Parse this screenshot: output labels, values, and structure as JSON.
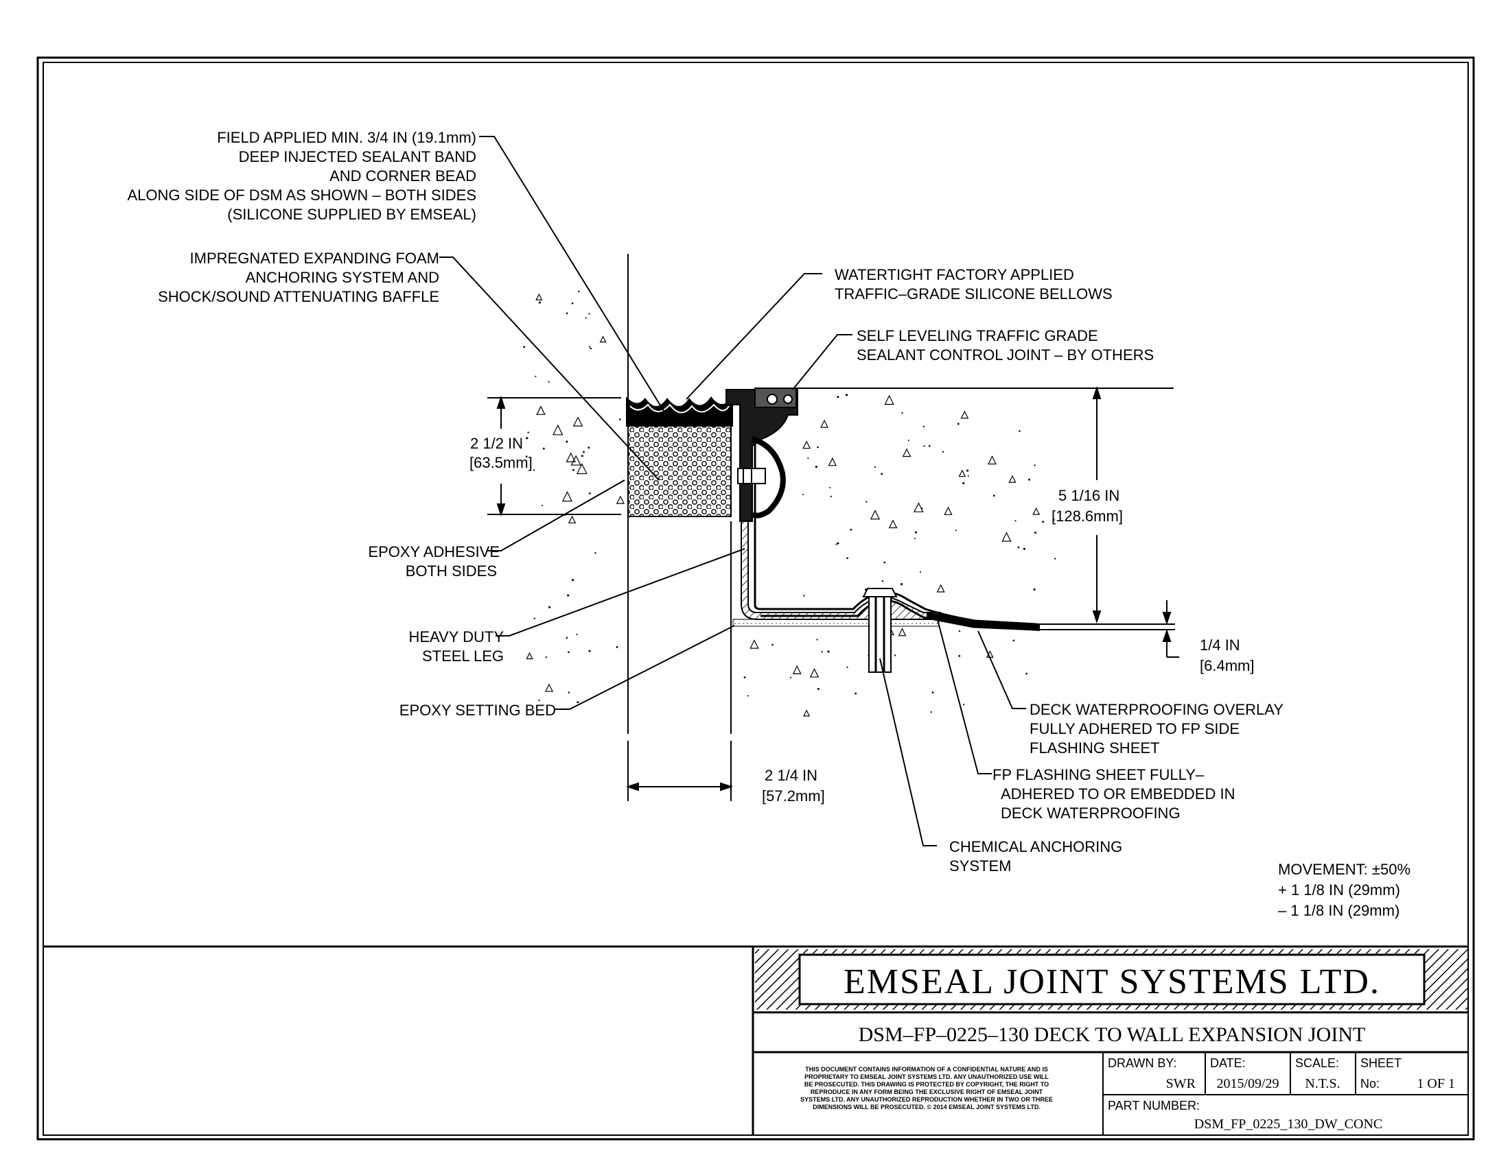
{
  "drawing": {
    "callouts": {
      "sealant_band": [
        "FIELD APPLIED MIN. 3/4 IN (19.1mm)",
        "DEEP INJECTED SEALANT BAND",
        "AND CORNER BEAD",
        "ALONG SIDE OF DSM AS SHOWN – BOTH SIDES",
        "(SILICONE SUPPLIED BY EMSEAL)"
      ],
      "foam": [
        "IMPREGNATED EXPANDING FOAM",
        "ANCHORING SYSTEM AND",
        "SHOCK/SOUND ATTENUATING BAFFLE"
      ],
      "bellows": [
        "WATERTIGHT FACTORY APPLIED",
        "TRAFFIC–GRADE SILICONE BELLOWS"
      ],
      "sealant_joint": [
        "SELF LEVELING TRAFFIC GRADE",
        "SEALANT CONTROL JOINT – BY OTHERS"
      ],
      "epoxy_adhesive": [
        "EPOXY ADHESIVE",
        "BOTH SIDES"
      ],
      "steel_leg": [
        "HEAVY DUTY",
        "STEEL LEG"
      ],
      "setting_bed": [
        "EPOXY SETTING BED"
      ],
      "deck_overlay": [
        "DECK WATERPROOFING OVERLAY",
        "FULLY ADHERED TO FP SIDE",
        "FLASHING SHEET"
      ],
      "flashing": [
        "FP FLASHING SHEET FULLY–",
        "ADHERED TO OR EMBEDDED IN",
        "DECK WATERPROOFING"
      ],
      "anchoring": [
        "CHEMICAL ANCHORING",
        "SYSTEM"
      ]
    },
    "dimensions": {
      "depth_left": [
        "2 1/2 IN",
        "[63.5mm]"
      ],
      "depth_right": [
        "5 1/16 IN",
        "[128.6mm]"
      ],
      "offset": [
        "1/4 IN",
        "[6.4mm]"
      ],
      "width": [
        "2 1/4 IN",
        "[57.2mm]"
      ]
    },
    "movement": [
      "MOVEMENT: ±50%",
      "+ 1 1/8 IN (29mm)",
      "– 1 1/8 IN (29mm)"
    ]
  },
  "title_block": {
    "company": "EMSEAL JOINT SYSTEMS LTD.",
    "title": "DSM–FP–0225–130 DECK TO WALL EXPANSION JOINT",
    "disclaimer": [
      "THIS DOCUMENT CONTAINS INFORMATION OF A CONFIDENTIAL NATURE AND IS",
      "PROPRIETARY TO EMSEAL JOINT SYSTEMS LTD. ANY UNAUTHORIZED USE WILL",
      "BE PROSECUTED. THIS DRAWING IS PROTECTED BY COPYRIGHT, THE RIGHT TO",
      "REPRODUCE IN ANY FORM BEING THE EXCLUSIVE RIGHT OF EMSEAL JOINT",
      "SYSTEMS LTD. ANY UNAUTHORIZED REPRODUCTION WHETHER IN TWO OR THREE",
      "DIMENSIONS WILL BE PROSECUTED. © 2014 EMSEAL JOINT SYSTEMS LTD."
    ],
    "drawn_by_label": "DRAWN BY:",
    "drawn_by": "SWR",
    "date_label": "DATE:",
    "date": "2015/09/29",
    "scale_label": "SCALE:",
    "scale": "N.T.S.",
    "sheet_label": "SHEET",
    "sheet_no_label": "No:",
    "sheet_no": "1 OF 1",
    "part_number_label": "PART NUMBER:",
    "part_number": "DSM_FP_0225_130_DW_CONC"
  }
}
